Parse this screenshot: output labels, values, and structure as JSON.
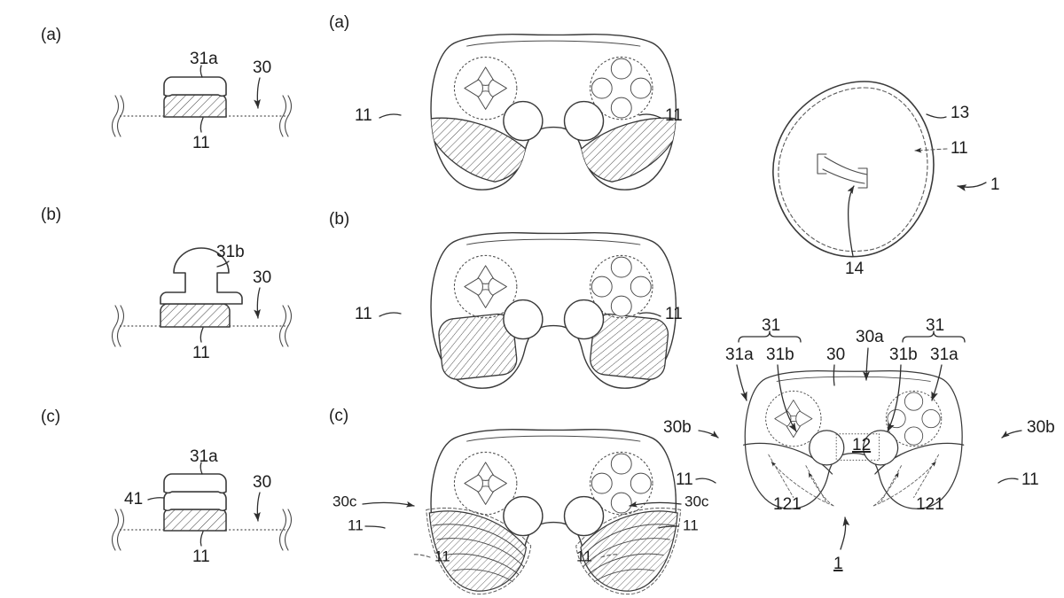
{
  "figure": {
    "title": "Game controller grip-member patent figure sheet",
    "background_color": "#ffffff",
    "ink_color": "#2e2e2e",
    "panels_left": [
      {
        "id": "left-a",
        "panel_label": "(a)",
        "description": "Cross-section of surface 30 with hatched member 11 and upper disc 31a",
        "callouts": [
          "31a",
          "30",
          "11"
        ]
      },
      {
        "id": "left-b",
        "panel_label": "(b)",
        "description": "Cross-section of surface 30 with hatched member 11 and mushroom-shaped member 31b",
        "callouts": [
          "31b",
          "30",
          "11"
        ]
      },
      {
        "id": "left-c",
        "panel_label": "(c)",
        "description": "Cross-section of surface 30 with hatched member 11, intermediate layer 41 and upper disc 31a",
        "callouts": [
          "31a",
          "41",
          "30",
          "11"
        ]
      }
    ],
    "panels_middle": [
      {
        "id": "mid-a",
        "panel_label": "(a)",
        "description": "Controller front view, hatched band regions on both grips",
        "callouts": [
          "11",
          "11"
        ]
      },
      {
        "id": "mid-b",
        "panel_label": "(b)",
        "description": "Controller front view, hatched rounded-rectangle pads on both grips",
        "callouts": [
          "11",
          "11"
        ]
      },
      {
        "id": "mid-c",
        "panel_label": "(c)",
        "description": "Controller front view, hatched multi-band ribbed grips",
        "callouts": [
          "30c",
          "11",
          "11",
          "30c",
          "11",
          "11"
        ]
      }
    ],
    "panel_egg": {
      "id": "right-egg",
      "description": "Egg-shaped outline with inner dashed contour and internal bracket mark",
      "callouts": [
        "13",
        "11",
        "1",
        "14"
      ]
    },
    "panel_exploded": {
      "id": "right-controller",
      "description": "Controller front view with full reference numbering",
      "callouts": [
        "31",
        "31a",
        "31b",
        "30",
        "30a",
        "31",
        "31b",
        "31a",
        "30b",
        "30b",
        "11",
        "11",
        "121",
        "121",
        "12",
        "1"
      ],
      "boxed_label": "12",
      "assembly_label": "1"
    },
    "labels": {
      "panel_a": "(a)",
      "panel_b": "(b)",
      "panel_c": "(c)",
      "n1": "1",
      "n11": "11",
      "n12": "12",
      "n13": "13",
      "n14": "14",
      "n30": "30",
      "n30a": "30a",
      "n30b": "30b",
      "n30c": "30c",
      "n31": "31",
      "n31a": "31a",
      "n31b": "31b",
      "n41": "41",
      "n121": "121"
    }
  }
}
